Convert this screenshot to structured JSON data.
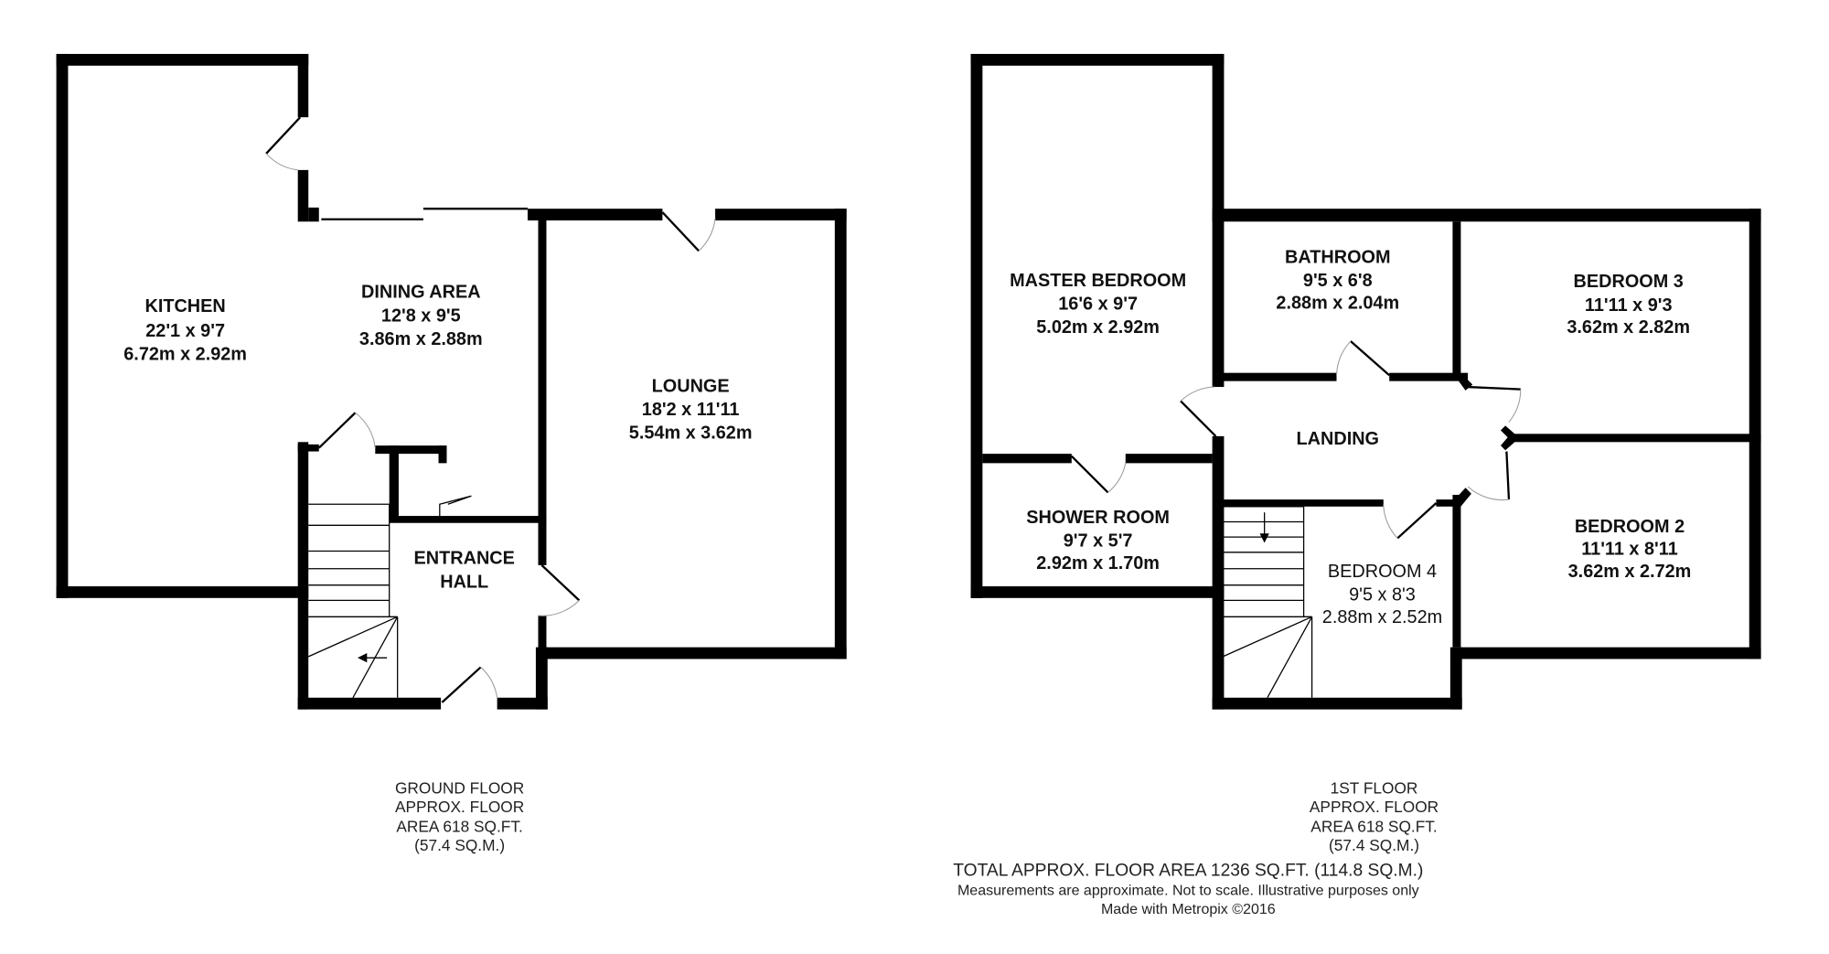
{
  "ground_floor": {
    "rooms": {
      "kitchen": {
        "name": "KITCHEN",
        "imperial": "22'1 x 9'7",
        "metric": "6.72m x 2.92m"
      },
      "dining": {
        "name": "DINING AREA",
        "imperial": "12'8 x 9'5",
        "metric": "3.86m x 2.88m"
      },
      "lounge": {
        "name": "LOUNGE",
        "imperial": "18'2 x 11'11",
        "metric": "5.54m x 3.62m"
      },
      "hall": {
        "name_line1": "ENTRANCE",
        "name_line2": "HALL"
      }
    },
    "summary": [
      "GROUND FLOOR",
      "APPROX. FLOOR",
      "AREA 618 SQ.FT.",
      "(57.4 SQ.M.)"
    ]
  },
  "first_floor": {
    "rooms": {
      "master": {
        "name": "MASTER BEDROOM",
        "imperial": "16'6 x 9'7",
        "metric": "5.02m x 2.92m"
      },
      "bathroom": {
        "name": "BATHROOM",
        "imperial": "9'5 x 6'8",
        "metric": "2.88m x 2.04m"
      },
      "bedroom3": {
        "name": "BEDROOM 3",
        "imperial": "11'11 x 9'3",
        "metric": "3.62m x 2.82m"
      },
      "landing": {
        "name": "LANDING"
      },
      "shower": {
        "name": "SHOWER ROOM",
        "imperial": "9'7 x 5'7",
        "metric": "2.92m x 1.70m"
      },
      "bedroom4": {
        "name": "BEDROOM 4",
        "imperial": "9'5 x 8'3",
        "metric": "2.88m x 2.52m"
      },
      "bedroom2": {
        "name": "BEDROOM 2",
        "imperial": "11'11 x 8'11",
        "metric": "3.62m x 2.72m"
      }
    },
    "summary": [
      "1ST FLOOR",
      "APPROX. FLOOR",
      "AREA 618 SQ.FT.",
      "(57.4 SQ.M.)"
    ]
  },
  "footer": {
    "total": "TOTAL APPROX. FLOOR AREA 1236 SQ.FT. (114.8 SQ.M.)",
    "disclaimer": "Measurements are approximate.  Not to scale.  Illustrative purposes only",
    "credit": "Made with Metropix ©2016"
  }
}
